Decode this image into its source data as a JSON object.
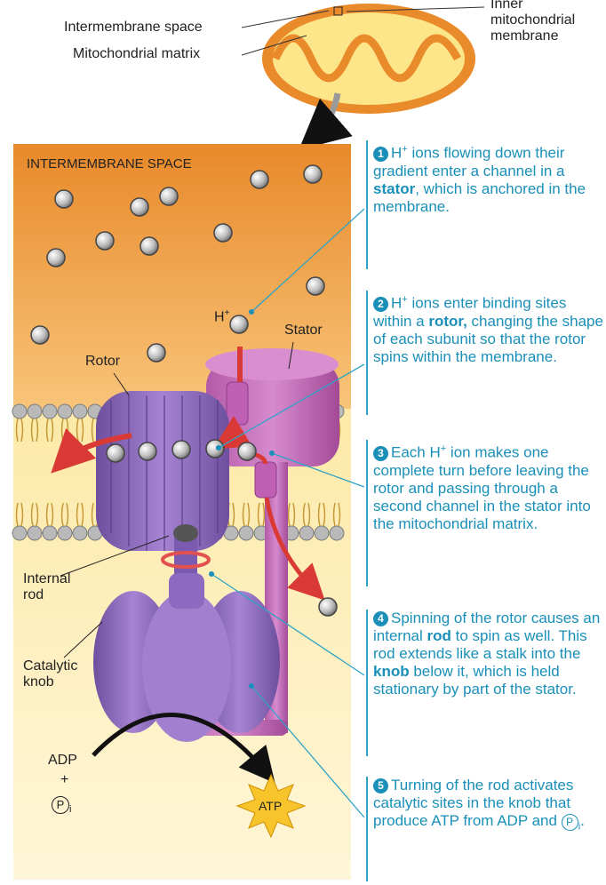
{
  "top": {
    "intermembrane_label": "Intermembrane space",
    "matrix_label": "Mitochondrial matrix",
    "inner_membrane_label_1": "Inner",
    "inner_membrane_label_2": "mitochondrial",
    "inner_membrane_label_3": "membrane"
  },
  "diagram": {
    "region_label": "INTERMEMBRANE SPACE",
    "h_ion_label": "H",
    "h_ion_sup": "+",
    "stator_label": "Stator",
    "rotor_label": "Rotor",
    "internal_rod_label_1": "Internal",
    "internal_rod_label_2": "rod",
    "catalytic_knob_label_1": "Catalytic",
    "catalytic_knob_label_2": "knob",
    "adp_label": "ADP",
    "plus_label": "+",
    "pi_label": "P",
    "pi_sub": "i",
    "atp_label": "ATP"
  },
  "steps": [
    {
      "number": "1",
      "text_a": "H",
      "sup": "+",
      "text_b": " ions flowing down their gradient enter a channel in a ",
      "bold": "stator",
      "text_c": ", which is anchored in the membrane."
    },
    {
      "number": "2",
      "text_a": "H",
      "sup": "+",
      "text_b": " ions enter binding sites within a ",
      "bold": "rotor,",
      "text_c": " changing the shape of each subunit so that the rotor spins within the membrane."
    },
    {
      "number": "3",
      "text_a": "Each H",
      "sup": "+",
      "text_b": " ion makes one complete turn before leaving the rotor and passing through a second channel in the stator into the mitochondrial matrix.",
      "bold": "",
      "text_c": ""
    },
    {
      "number": "4",
      "text_a": "Spinning of the rotor causes an internal ",
      "sup": "",
      "text_b": "",
      "bold": "rod",
      "text_c": " to spin as well. This rod extends like a stalk into the "
    },
    {
      "number": "5",
      "text_a": "Turning of the rod activates catalytic sites in the knob that produce ATP from ADP and ",
      "sup": "",
      "text_b": "",
      "bold": "",
      "text_c": ""
    }
  ],
  "step4_extra": {
    "bold": "knob",
    "tail": " below it, which is held stationary by part of the stator."
  },
  "step5_extra": {
    "pi": "P",
    "pi_sub": "i",
    "end": "."
  },
  "colors": {
    "intermembrane_top": "#e9912f",
    "intermembrane_bottom": "#fbd89a",
    "matrix": "#fdf2c4",
    "protein": "#9b72c4",
    "stator": "#c06dba",
    "accent": "#1a8fb8",
    "arrow": "#d93a36"
  }
}
